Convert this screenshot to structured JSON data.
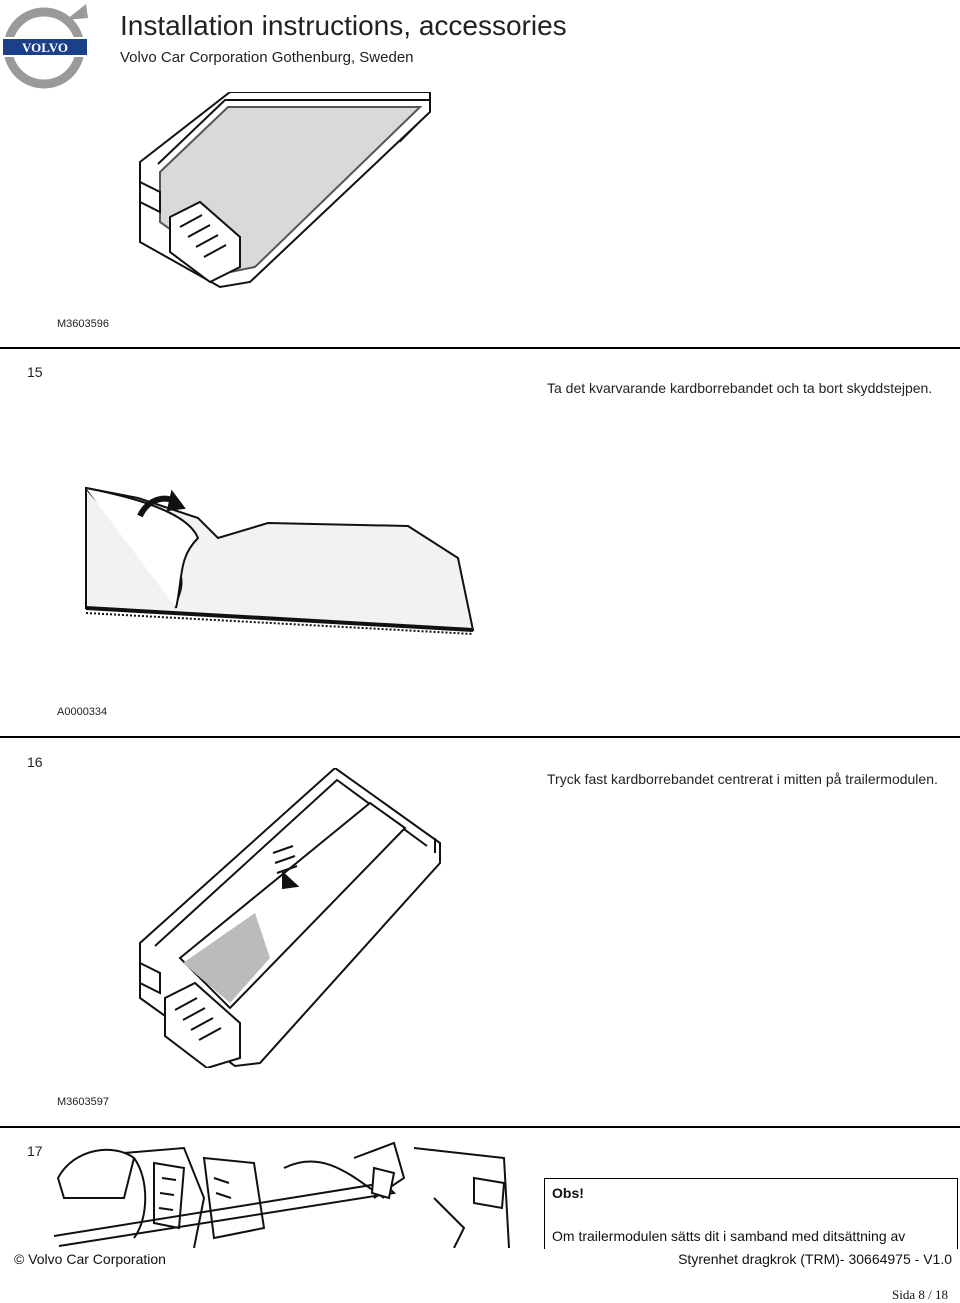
{
  "header": {
    "title": "Installation instructions, accessories",
    "subtitle": "Volvo Car Corporation Gothenburg, Sweden",
    "logo_text": "VOLVO"
  },
  "figures": [
    {
      "code": "M3603596",
      "subject": "trailer module with velcro strip"
    },
    {
      "code": "A0000334",
      "subject": "peeling off protective tape"
    },
    {
      "code": "M3603597",
      "subject": "pressing velcro strip onto trailer module"
    }
  ],
  "steps": [
    {
      "number": "15",
      "text": "Ta det kvarvarande kardborrebandet och ta bort skyddstejpen."
    },
    {
      "number": "16",
      "text": "Tryck fast kardborrebandet centrerat i mitten på trailermodulen."
    },
    {
      "number": "17",
      "text": ""
    }
  ],
  "note": {
    "title": "Obs!",
    "text": "Om trailermodulen sätts dit i samband med ditsättning av"
  },
  "footer": {
    "left": "© Volvo Car Corporation",
    "right": "Styrenhet dragkrok (TRM)- 30664975 - V1.0",
    "page": "Sida 8 / 18"
  },
  "colors": {
    "text": "#222222",
    "rule": "#000000",
    "logo_metal": "#9a9a9a",
    "logo_blue": "#1c3f8a"
  }
}
